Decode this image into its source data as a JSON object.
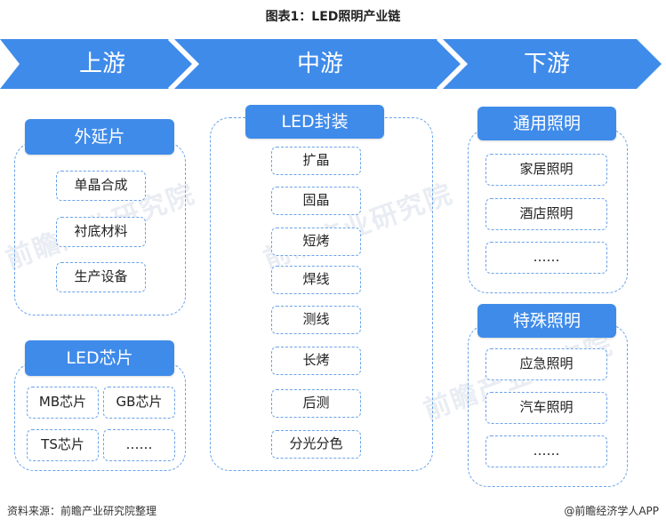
{
  "title": "图表1：LED照明产业链",
  "stages": [
    "上游",
    "中游",
    "下游"
  ],
  "colors": {
    "band": "#3f8bea",
    "accent": "#6aa3ea"
  },
  "upstream": {
    "epitaxy": {
      "header": "外延片",
      "items": [
        "单晶合成",
        "衬底材料",
        "生产设备"
      ]
    },
    "chip": {
      "header": "LED芯片",
      "items": [
        "MB芯片",
        "GB芯片",
        "TS芯片",
        "……"
      ]
    }
  },
  "midstream": {
    "header": "LED封装",
    "items": [
      "扩晶",
      "固晶",
      "短烤",
      "焊线",
      "测线",
      "长烤",
      "后测",
      "分光分色"
    ]
  },
  "downstream": {
    "general": {
      "header": "通用照明",
      "items": [
        "家居照明",
        "酒店照明",
        "……"
      ]
    },
    "special": {
      "header": "特殊照明",
      "items": [
        "应急照明",
        "汽车照明",
        "……"
      ]
    }
  },
  "footer": {
    "source": "资料来源：前瞻产业研究院整理",
    "brand": "@前瞻经济学人APP"
  },
  "watermark": "前瞻产业研究院"
}
